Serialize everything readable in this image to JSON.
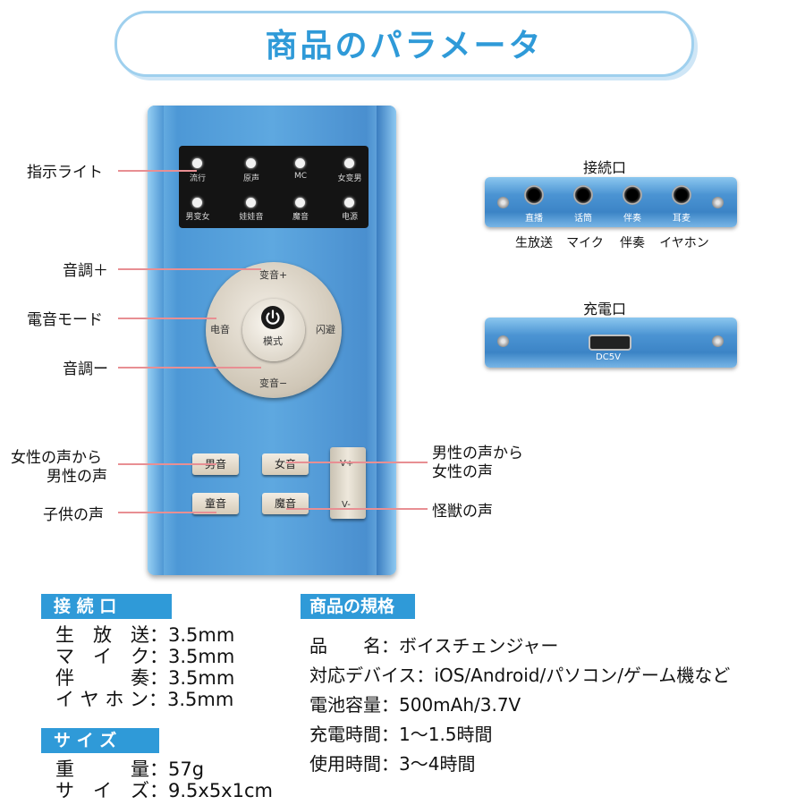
{
  "header": {
    "title": "商品のパラメータ"
  },
  "device": {
    "led_labels": [
      "流行",
      "原声",
      "MC",
      "女变男",
      "男变女",
      "娃娃音",
      "魔音",
      "电源"
    ],
    "dial": {
      "top": "变音+",
      "bottom": "变音−",
      "left": "电音",
      "right": "闪避",
      "center": "模式"
    },
    "keys": [
      "男音",
      "女音",
      "童音",
      "魔音"
    ],
    "volume": [
      "V+",
      "V-"
    ]
  },
  "callouts": {
    "indicator": "指示ライト",
    "pitch_up": "音調＋",
    "electro": "電音モード",
    "pitch_down": "音調ー",
    "female_to_male_1": "女性の声から",
    "female_to_male_2": "男性の声",
    "child": "子供の声",
    "male_to_female_1": "男性の声から",
    "male_to_female_2": "女性の声",
    "monster": "怪獣の声"
  },
  "ports": {
    "jack_title": "接続口",
    "jacks": [
      {
        "cn": "直播",
        "jp": "生放送"
      },
      {
        "cn": "话筒",
        "jp": "マイク"
      },
      {
        "cn": "伴奏",
        "jp": "伴奏"
      },
      {
        "cn": "耳麦",
        "jp": "イヤホン"
      }
    ],
    "charge_title": "充電口",
    "charge_label": "DC5V"
  },
  "specs": {
    "connection_tag": "接 続 口",
    "connection_lines": [
      "生　放　送：3.5mm",
      "マ　イ　ク：3.5mm",
      "伴　　　奏：3.5mm",
      "イ ヤ ホ ン：3.5mm"
    ],
    "size_tag": "サ イ ズ",
    "size_lines": [
      "重　　　量：57g",
      "サ　イ　ズ：9.5x5x1cm"
    ],
    "product_tag": "商品の規格",
    "product_lines": [
      "品　　名：ボイスチェンジャー",
      "対応デバイス：iOS/Android/パソコン/ゲーム機など",
      "電池容量：500mAh/3.7V",
      "充電時間：1〜1.5時間",
      "使用時間：3〜4時間"
    ]
  }
}
